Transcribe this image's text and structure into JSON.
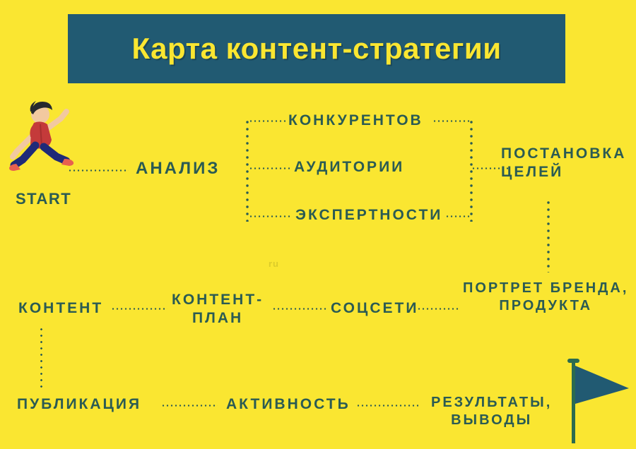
{
  "page": {
    "background_color": "#fae631",
    "ink_color": "#2b5b53",
    "banner_color": "#215a72",
    "accent_yellow": "#fae631"
  },
  "banner": {
    "title": "Карта контент-стратегии"
  },
  "nodes": {
    "start": "START",
    "analysis": "АНАЛИЗ",
    "competitors": "КОНКУРЕНТОВ",
    "audience": "АУДИТОРИИ",
    "expertise": "ЭКСПЕРТНОСТИ",
    "goal_setting": "ПОСТАНОВКА\nЦЕЛЕЙ",
    "brand_portrait": "ПОРТРЕТ БРЕНДА,\nПРОДУКТА",
    "social_networks": "СОЦСЕТИ",
    "content_plan": "КОНТЕНТ-\nПЛАН",
    "content": "КОНТЕНТ",
    "publication": "ПУБЛИКАЦИЯ",
    "activity": "АКТИВНОСТЬ",
    "results": "РЕЗУЛЬТАТЫ,\nВЫВОДЫ"
  },
  "illustrations": {
    "runner": "running-man-icon",
    "flag": "finish-flag-icon"
  },
  "watermark": "ru"
}
